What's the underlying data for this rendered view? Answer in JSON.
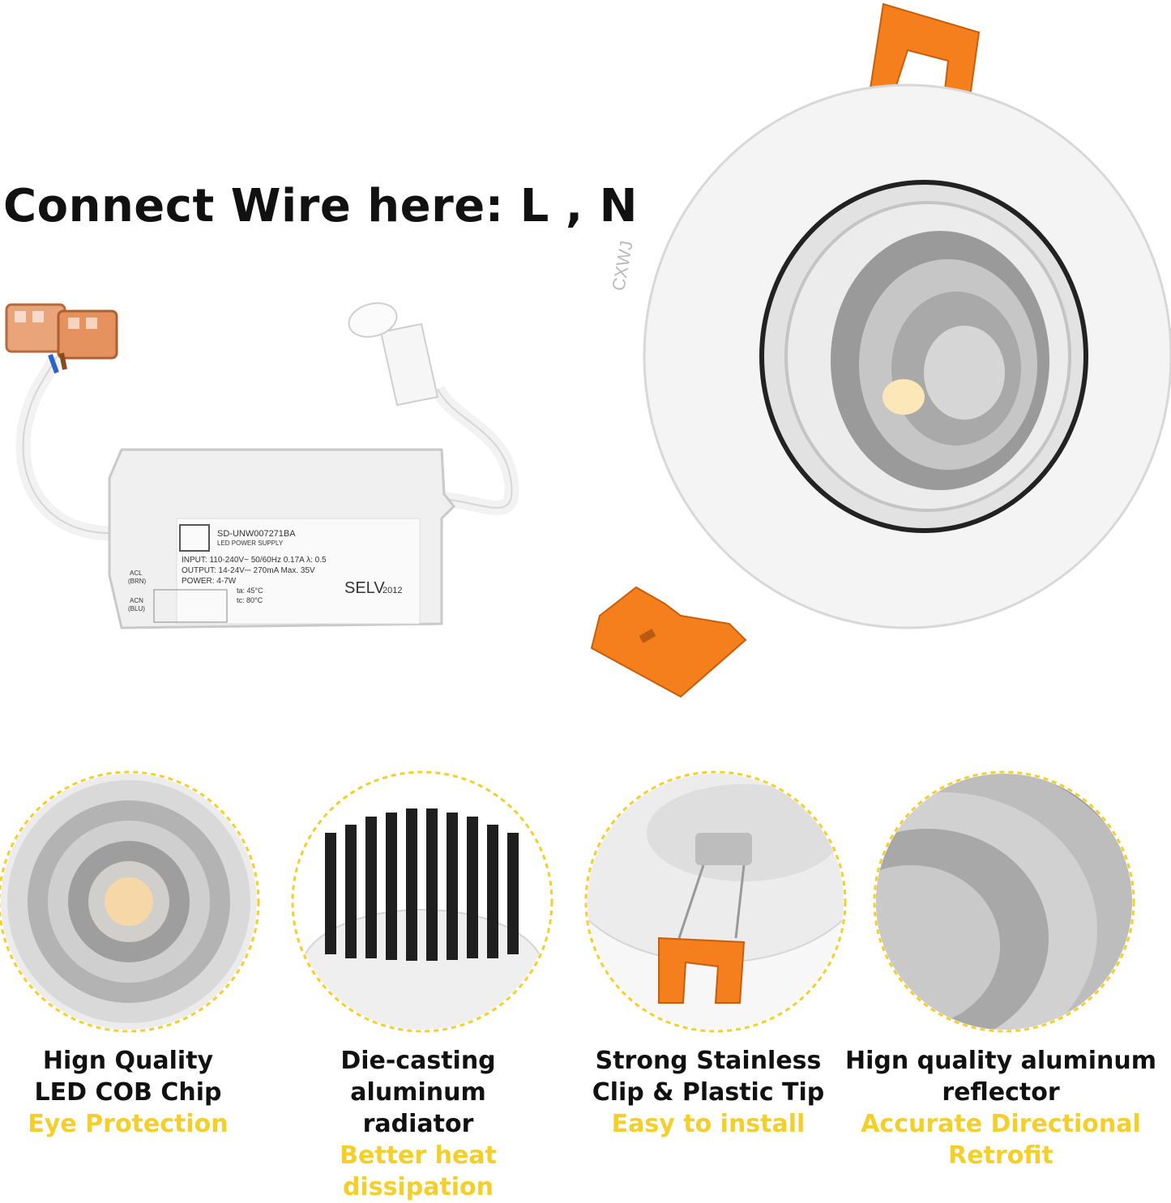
{
  "headline": "Connect Wire here: L , N",
  "product": {
    "brand_mark": "CXWJ",
    "power_supply_label": {
      "model": "SD-UNW007271BA",
      "subtitle": "LED POWER SUPPLY",
      "input": "INPUT: 110-240V~ 50/60Hz 0.17A λ: 0.5",
      "output": "OUTPUT: 14-24V⎓ 270mA Max. 35V",
      "power": "POWER: 4-7W",
      "ta": "ta: 45°C",
      "tc": "tc: 80°C",
      "selv": "SELV",
      "year": "2012",
      "acl": "ACL",
      "brn": "(BRN)",
      "acn": "ACN",
      "blu": "(BLU)"
    }
  },
  "features": [
    {
      "line1": "Hign Quality",
      "line2": "LED COB Chip",
      "accent": "Eye Protection"
    },
    {
      "line1": "Die-casting aluminum",
      "line2": "radiator",
      "accent": "Better heat dissipation"
    },
    {
      "line1": "Strong Stainless",
      "line2": "Clip & Plastic Tip",
      "accent": "Easy to install"
    },
    {
      "line1": "Hign quality aluminum",
      "line2": "reflector",
      "accent": "Accurate Directional Retrofit"
    }
  ],
  "colors": {
    "accent_yellow": "#f4cf2a",
    "clip_orange": "#f47f1c",
    "fixture_white": "#f4f4f4",
    "heatsink_black": "#1c1c1c"
  }
}
